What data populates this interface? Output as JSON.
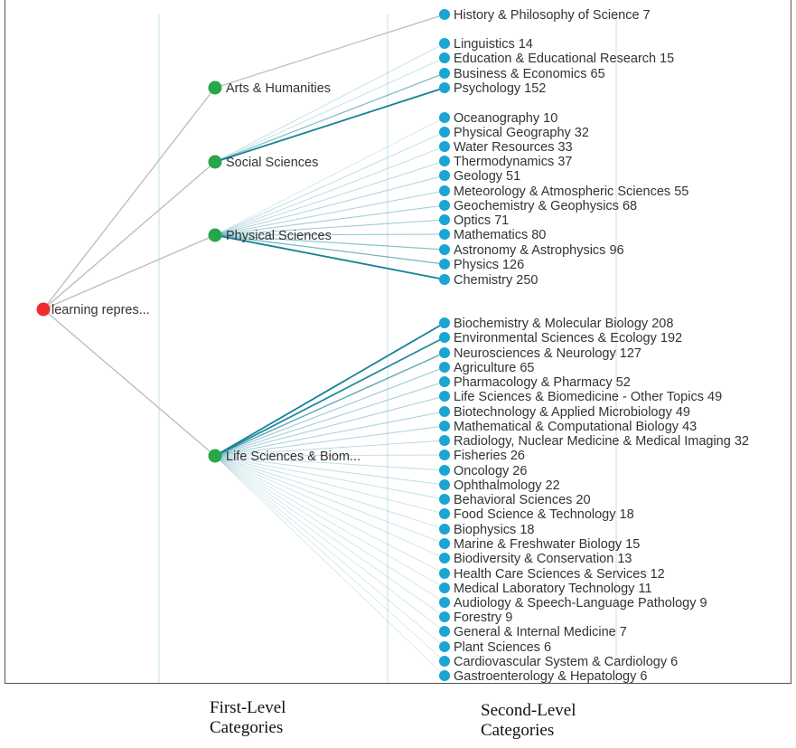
{
  "root": {
    "label": "learning repres...",
    "color": "#ee2c2c"
  },
  "level1_color": "#27a74a",
  "level2_color": "#1aa5d3",
  "link_color": "#bbbbbb",
  "level1": [
    {
      "label": "Arts & Humanities",
      "children": [
        {
          "label": "History & Philosophy of Science 7",
          "value": 7
        }
      ]
    },
    {
      "label": "Social Sciences",
      "children": [
        {
          "label": "Linguistics 14",
          "value": 14
        },
        {
          "label": "Education & Educational Research 15",
          "value": 15
        },
        {
          "label": "Business & Economics 65",
          "value": 65
        },
        {
          "label": "Psychology 152",
          "value": 152
        }
      ]
    },
    {
      "label": "Physical Sciences",
      "children": [
        {
          "label": "Oceanography 10",
          "value": 10
        },
        {
          "label": "Physical Geography 32",
          "value": 32
        },
        {
          "label": "Water Resources 33",
          "value": 33
        },
        {
          "label": "Thermodynamics 37",
          "value": 37
        },
        {
          "label": "Geology 51",
          "value": 51
        },
        {
          "label": "Meteorology & Atmospheric Sciences 55",
          "value": 55
        },
        {
          "label": "Geochemistry & Geophysics 68",
          "value": 68
        },
        {
          "label": "Optics 71",
          "value": 71
        },
        {
          "label": "Mathematics 80",
          "value": 80
        },
        {
          "label": "Astronomy & Astrophysics 96",
          "value": 96
        },
        {
          "label": "Physics 126",
          "value": 126
        },
        {
          "label": "Chemistry 250",
          "value": 250
        }
      ]
    },
    {
      "label": "Life Sciences & Biom...",
      "children": [
        {
          "label": "Biochemistry & Molecular Biology 208",
          "value": 208
        },
        {
          "label": "Environmental Sciences & Ecology 192",
          "value": 192
        },
        {
          "label": "Neurosciences & Neurology 127",
          "value": 127
        },
        {
          "label": "Agriculture 65",
          "value": 65
        },
        {
          "label": "Pharmacology & Pharmacy 52",
          "value": 52
        },
        {
          "label": "Life Sciences & Biomedicine - Other Topics 49",
          "value": 49
        },
        {
          "label": "Biotechnology & Applied Microbiology 49",
          "value": 49
        },
        {
          "label": "Mathematical & Computational Biology 43",
          "value": 43
        },
        {
          "label": "Radiology, Nuclear Medicine & Medical Imaging 32",
          "value": 32
        },
        {
          "label": "Fisheries 26",
          "value": 26
        },
        {
          "label": "Oncology 26",
          "value": 26
        },
        {
          "label": "Ophthalmology 22",
          "value": 22
        },
        {
          "label": "Behavioral Sciences 20",
          "value": 20
        },
        {
          "label": "Food Science & Technology 18",
          "value": 18
        },
        {
          "label": "Biophysics 18",
          "value": 18
        },
        {
          "label": "Marine & Freshwater Biology 15",
          "value": 15
        },
        {
          "label": "Biodiversity & Conservation 13",
          "value": 13
        },
        {
          "label": "Health Care Sciences & Services 12",
          "value": 12
        },
        {
          "label": "Medical Laboratory Technology 11",
          "value": 11
        },
        {
          "label": "Audiology & Speech-Language Pathology 9",
          "value": 9
        },
        {
          "label": "Forestry 9",
          "value": 9
        },
        {
          "label": "General & Internal Medicine 7",
          "value": 7
        },
        {
          "label": "Plant Sciences 6",
          "value": 6
        },
        {
          "label": "Cardiovascular System & Cardiology 6",
          "value": 6
        },
        {
          "label": "Gastroenterology & Hepatology 6",
          "value": 6
        }
      ]
    }
  ],
  "captions": {
    "first": [
      "First-Level",
      "Categories"
    ],
    "second": [
      "Second-Level",
      "Categories"
    ]
  }
}
